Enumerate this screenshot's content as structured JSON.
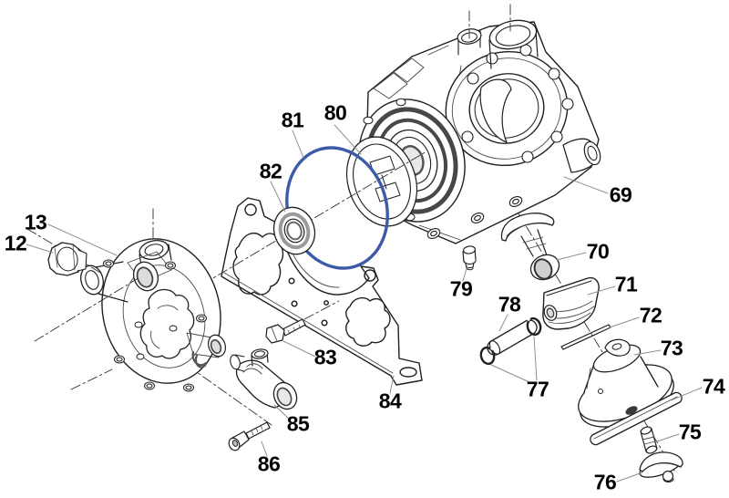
{
  "diagram": {
    "type": "exploded-parts-diagram",
    "subject": "pump crankcase exploded assembly view",
    "background_color": "#ffffff",
    "line_color": "#1f1f1f",
    "leader_line_color": "#8f8f8f",
    "centerline_color": "#2e2e2e",
    "seal_ring_color": "#474747",
    "accent_oring_color": "#3b5ba9",
    "label_color": "#000000"
  },
  "labels": [
    {
      "text": "12"
    },
    {
      "text": "13"
    },
    {
      "text": "69"
    },
    {
      "text": "70"
    },
    {
      "text": "71"
    },
    {
      "text": "72"
    },
    {
      "text": "73"
    },
    {
      "text": "74"
    },
    {
      "text": "75"
    },
    {
      "text": "76"
    },
    {
      "text": "77"
    },
    {
      "text": "78"
    },
    {
      "text": "79"
    },
    {
      "text": "80"
    },
    {
      "text": "81"
    },
    {
      "text": "82"
    },
    {
      "text": "83"
    },
    {
      "text": "84"
    },
    {
      "text": "85"
    },
    {
      "text": "86"
    }
  ]
}
